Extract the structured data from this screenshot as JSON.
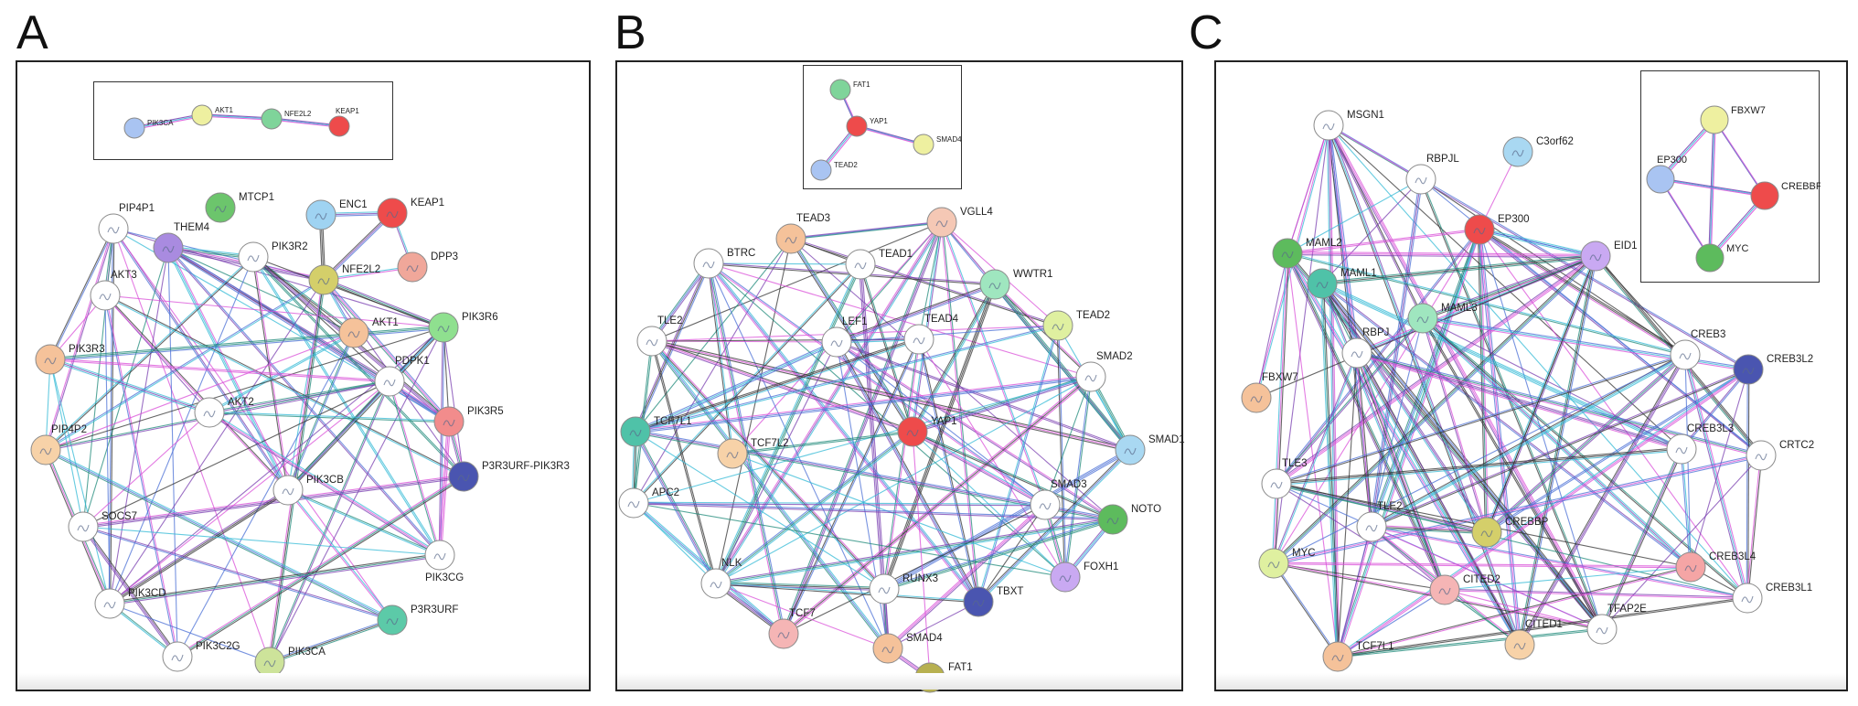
{
  "colors": {
    "edge_cyan": "#33b9d6",
    "edge_purple": "#7a3fb0",
    "edge_magenta": "#d94fd8",
    "edge_dark": "#333333",
    "edge_teal": "#1f8a7a",
    "edge_blue": "#4a6fd6"
  },
  "panels": [
    {
      "letter": "A",
      "nodes": [
        {
          "id": "MTCP1",
          "label": "MTCP1",
          "color": "#6cc56c"
        },
        {
          "id": "ENC1",
          "label": "ENC1",
          "color": "#9fd3f2"
        },
        {
          "id": "KEAP1",
          "label": "KEAP1",
          "color": "#ee4b4b"
        },
        {
          "id": "PIP4P1",
          "label": "PIP4P1",
          "color": "#ffffff"
        },
        {
          "id": "THEM4",
          "label": "THEM4",
          "color": "#a98be0"
        },
        {
          "id": "PIK3R2",
          "label": "PIK3R2",
          "color": "#ffffff"
        },
        {
          "id": "NFE2L2",
          "label": "NFE2L2",
          "color": "#d4cf6a"
        },
        {
          "id": "DPP3",
          "label": "DPP3",
          "color": "#f0a79a"
        },
        {
          "id": "AKT3",
          "label": "AKT3",
          "color": "#ffffff"
        },
        {
          "id": "AKT1",
          "label": "AKT1",
          "color": "#f5c29a"
        },
        {
          "id": "PIK3R6",
          "label": "PIK3R6",
          "color": "#8fe08f"
        },
        {
          "id": "PIK3R3",
          "label": "PIK3R3",
          "color": "#f5c29a"
        },
        {
          "id": "PDPK1",
          "label": "PDPK1",
          "color": "#ffffff"
        },
        {
          "id": "AKT2",
          "label": "AKT2",
          "color": "#ffffff"
        },
        {
          "id": "PIK3R5",
          "label": "PIK3R5",
          "color": "#f28c8c"
        },
        {
          "id": "PIP4P2",
          "label": "PIP4P2",
          "color": "#f7d2a8"
        },
        {
          "id": "P3R3URF-PIK3R3",
          "label": "P3R3URF-PIK3R3",
          "color": "#4a55b0"
        },
        {
          "id": "PIK3CB",
          "label": "PIK3CB",
          "color": "#ffffff"
        },
        {
          "id": "SOCS7",
          "label": "SOCS7",
          "color": "#ffffff"
        },
        {
          "id": "PIK3CG",
          "label": "PIK3CG",
          "color": "#ffffff"
        },
        {
          "id": "PIK3CD",
          "label": "PIK3CD",
          "color": "#ffffff"
        },
        {
          "id": "P3R3URF",
          "label": "P3R3URF",
          "color": "#5ccaa8"
        },
        {
          "id": "PIK3C2G",
          "label": "PIK3C2G",
          "color": "#ffffff"
        },
        {
          "id": "PIK3CA",
          "label": "PIK3CA",
          "color": "#cde39a"
        }
      ],
      "inset_nodes": [
        {
          "id": "PIK3CA",
          "label": "PIK3CA",
          "color": "#a9c4f2"
        },
        {
          "id": "AKT1",
          "label": "AKT1",
          "color": "#eef0a0"
        },
        {
          "id": "NFE2L2",
          "label": "NFE2L2",
          "color": "#7fd49a"
        },
        {
          "id": "KEAP1",
          "label": "KEAP1",
          "color": "#ee4b4b"
        }
      ],
      "inset_edges": [
        [
          "PIK3CA",
          "AKT1"
        ],
        [
          "AKT1",
          "NFE2L2"
        ],
        [
          "NFE2L2",
          "KEAP1"
        ]
      ]
    },
    {
      "letter": "B",
      "nodes": [
        {
          "id": "VGLL4",
          "label": "VGLL4",
          "color": "#f5c8b5"
        },
        {
          "id": "TEAD3",
          "label": "TEAD3",
          "color": "#f5c29a"
        },
        {
          "id": "BTRC",
          "label": "BTRC",
          "color": "#ffffff"
        },
        {
          "id": "TEAD1",
          "label": "TEAD1",
          "color": "#ffffff"
        },
        {
          "id": "WWTR1",
          "label": "WWTR1",
          "color": "#9fe6bf"
        },
        {
          "id": "TLE2",
          "label": "TLE2",
          "color": "#ffffff"
        },
        {
          "id": "LEF1",
          "label": "LEF1",
          "color": "#ffffff"
        },
        {
          "id": "TEAD4",
          "label": "TEAD4",
          "color": "#ffffff"
        },
        {
          "id": "TEAD2",
          "label": "TEAD2",
          "color": "#dff0a0"
        },
        {
          "id": "SMAD2",
          "label": "SMAD2",
          "color": "#ffffff"
        },
        {
          "id": "TCF7L1",
          "label": "TCF7L1",
          "color": "#4fc2a8"
        },
        {
          "id": "YAP1",
          "label": "YAP1",
          "color": "#ee4b4b"
        },
        {
          "id": "TCF7L2",
          "label": "TCF7L2",
          "color": "#f7d2a8"
        },
        {
          "id": "SMAD1",
          "label": "SMAD1",
          "color": "#a9d8f2"
        },
        {
          "id": "APC2",
          "label": "APC2",
          "color": "#ffffff"
        },
        {
          "id": "SMAD3",
          "label": "SMAD3",
          "color": "#ffffff"
        },
        {
          "id": "NOTO",
          "label": "NOTO",
          "color": "#5dbb5d"
        },
        {
          "id": "FOXH1",
          "label": "FOXH1",
          "color": "#c9a9f2"
        },
        {
          "id": "NLK",
          "label": "NLK",
          "color": "#ffffff"
        },
        {
          "id": "RUNX3",
          "label": "RUNX3",
          "color": "#ffffff"
        },
        {
          "id": "TBXT",
          "label": "TBXT",
          "color": "#4a55b0"
        },
        {
          "id": "TCF7",
          "label": "TCF7",
          "color": "#f5b5b5"
        },
        {
          "id": "SMAD4",
          "label": "SMAD4",
          "color": "#f5c29a"
        },
        {
          "id": "FAT1",
          "label": "FAT1",
          "color": "#b7b050"
        }
      ],
      "inset_nodes": [
        {
          "id": "FAT1",
          "label": "FAT1",
          "color": "#7fd49a"
        },
        {
          "id": "YAP1",
          "label": "YAP1",
          "color": "#ee4b4b"
        },
        {
          "id": "SMAD4",
          "label": "SMAD4",
          "color": "#eef0a0"
        },
        {
          "id": "TEAD2",
          "label": "TEAD2",
          "color": "#a9c4f2"
        }
      ],
      "inset_edges": [
        [
          "FAT1",
          "YAP1"
        ],
        [
          "YAP1",
          "SMAD4"
        ],
        [
          "YAP1",
          "TEAD2"
        ]
      ]
    },
    {
      "letter": "C",
      "nodes": [
        {
          "id": "MSGN1",
          "label": "MSGN1",
          "color": "#ffffff"
        },
        {
          "id": "C3orf62",
          "label": "C3orf62",
          "color": "#a9d8f2"
        },
        {
          "id": "RBPJL",
          "label": "RBPJL",
          "color": "#ffffff"
        },
        {
          "id": "EP300",
          "label": "EP300",
          "color": "#ee4b4b"
        },
        {
          "id": "MAML2",
          "label": "MAML2",
          "color": "#5dbb5d"
        },
        {
          "id": "EID1",
          "label": "EID1",
          "color": "#c9a9f2"
        },
        {
          "id": "MAML1",
          "label": "MAML1",
          "color": "#4fc2a8"
        },
        {
          "id": "MAML3",
          "label": "MAML3",
          "color": "#9fe6bf"
        },
        {
          "id": "RBPJ",
          "label": "RBPJ",
          "color": "#ffffff"
        },
        {
          "id": "CREB3",
          "label": "CREB3",
          "color": "#ffffff"
        },
        {
          "id": "CREB3L2",
          "label": "CREB3L2",
          "color": "#4a55b0"
        },
        {
          "id": "FBXW7",
          "label": "FBXW7",
          "color": "#f5c29a"
        },
        {
          "id": "CREB3L3",
          "label": "CREB3L3",
          "color": "#ffffff"
        },
        {
          "id": "CRTC2",
          "label": "CRTC2",
          "color": "#ffffff"
        },
        {
          "id": "TLE3",
          "label": "TLE3",
          "color": "#ffffff"
        },
        {
          "id": "TLE2",
          "label": "TLE2",
          "color": "#ffffff"
        },
        {
          "id": "CREBBP",
          "label": "CREBBP",
          "color": "#d4cf6a"
        },
        {
          "id": "MYC",
          "label": "MYC",
          "color": "#dff0a0"
        },
        {
          "id": "CREB3L4",
          "label": "CREB3L4",
          "color": "#f5a5a5"
        },
        {
          "id": "CITED2",
          "label": "CITED2",
          "color": "#f5b5b5"
        },
        {
          "id": "CREB3L1",
          "label": "CREB3L1",
          "color": "#ffffff"
        },
        {
          "id": "CITED1",
          "label": "CITED1",
          "color": "#f7d2a8"
        },
        {
          "id": "TFAP2E",
          "label": "TFAP2E",
          "color": "#ffffff"
        },
        {
          "id": "TCF7L1",
          "label": "TCF7L1",
          "color": "#f5c29a"
        }
      ],
      "inset_nodes": [
        {
          "id": "FBXW7",
          "label": "FBXW7",
          "color": "#eef0a0"
        },
        {
          "id": "EP300",
          "label": "EP300",
          "color": "#a9c4f2"
        },
        {
          "id": "CREBBP",
          "label": "CREBBP",
          "color": "#ee4b4b"
        },
        {
          "id": "MYC",
          "label": "MYC",
          "color": "#5dbb5d"
        }
      ],
      "inset_edges": [
        [
          "FBXW7",
          "EP300"
        ],
        [
          "FBXW7",
          "CREBBP"
        ],
        [
          "FBXW7",
          "MYC"
        ],
        [
          "EP300",
          "CREBBP"
        ],
        [
          "EP300",
          "MYC"
        ],
        [
          "CREBBP",
          "MYC"
        ]
      ]
    }
  ]
}
